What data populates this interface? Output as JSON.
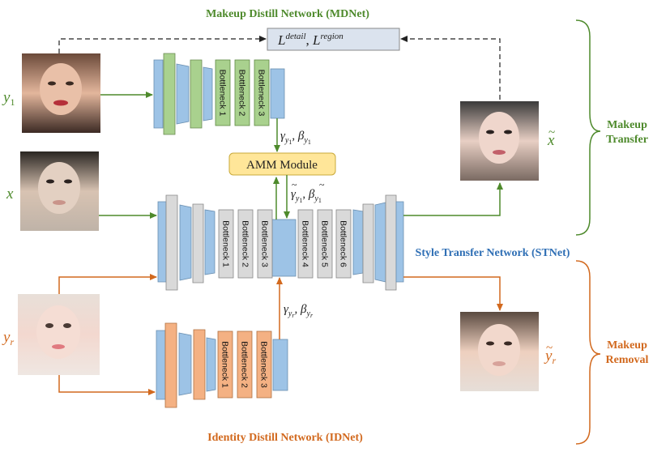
{
  "colors": {
    "green": "#4e8a2c",
    "orange": "#d2691e",
    "blue_text": "#2f6fb5",
    "block_blue": "#9dc3e6",
    "block_gray": "#d9d9d9",
    "block_green": "#a9d18e",
    "block_orange": "#f4b183",
    "amm_fill": "#ffe699",
    "loss_fill": "#dbe3ee"
  },
  "titles": {
    "mdnet": "Makeup Distill Network (MDNet)",
    "stnet": "Style Transfer Network (STNet)",
    "idnet": "Identity Distill Network (IDNet)"
  },
  "side_labels": {
    "makeup_transfer_1": "Makeup",
    "makeup_transfer_2": "Transfer",
    "makeup_removal_1": "Makeup",
    "makeup_removal_2": "Removal"
  },
  "loss_box": {
    "L1": "L",
    "sup1": "detail",
    "sep": ", ",
    "L2": "L",
    "sup2": "region"
  },
  "amm_label": "AMM Module",
  "mdnet_bottlenecks": [
    "Bottleneck 1",
    "Bottleneck 2",
    "Bottleneck 3"
  ],
  "stnet_bottlenecks": [
    "Bottleneck 1",
    "Bottleneck 2",
    "Bottleneck 3",
    "Bottleneck 4",
    "Bottleneck 5",
    "Bottleneck 6"
  ],
  "idnet_bottlenecks": [
    "Bottleneck 1",
    "Bottleneck 2",
    "Bottleneck 3"
  ],
  "inputs": {
    "y1": {
      "base": "y",
      "sub": "1"
    },
    "x": {
      "base": "x"
    },
    "yr": {
      "base": "y",
      "sub": "r"
    },
    "x_tilde": {
      "base": "x",
      "tilde": "~"
    },
    "yr_tilde": {
      "base": "y",
      "sub": "r",
      "tilde": "~"
    }
  },
  "params": {
    "mdnet": {
      "g": "γ",
      "gsub": "y",
      "gsub2": "1",
      "sep": ", ",
      "b": "β",
      "bsub": "y",
      "bsub2": "1"
    },
    "amm_out": {
      "g": "γ",
      "gsub": "y",
      "gsub2": "1",
      "sep": ", ",
      "b": "β",
      "bsub": "y",
      "bsub2": "1",
      "tilde": "~"
    },
    "idnet": {
      "g": "γ",
      "gsub": "y",
      "gsub2": "r",
      "sep": ", ",
      "b": "β",
      "bsub": "y",
      "bsub2": "r"
    }
  }
}
